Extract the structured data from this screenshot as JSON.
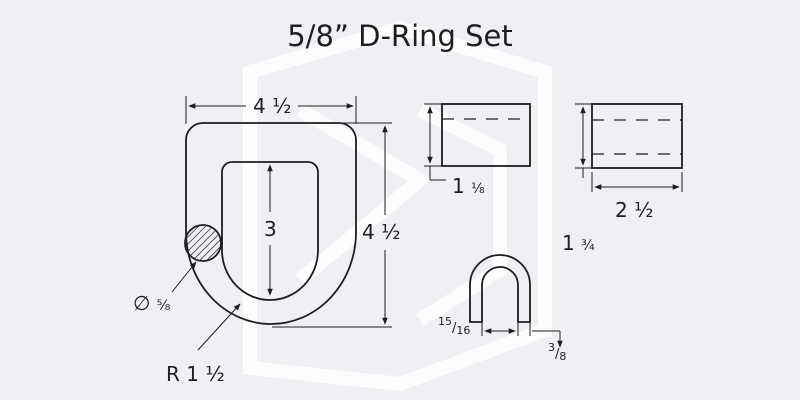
{
  "title": "5/8” D-Ring Set",
  "dimensions": {
    "overall_width": {
      "main": "4",
      "frac": "½"
    },
    "overall_height": {
      "main": "4",
      "frac": "½"
    },
    "inner_height": "3",
    "diameter": {
      "symbol": "∅",
      "frac": "⅝"
    },
    "radius": {
      "prefix": "R 1",
      "frac": "½"
    },
    "clip_height": {
      "main": "1",
      "frac": "⅛"
    },
    "clip_width": {
      "main": "2",
      "frac": "½"
    },
    "clip_length": {
      "main": "1",
      "frac": "¾"
    },
    "loop_inner_width": {
      "num": "15",
      "den": "16"
    },
    "loop_wall": {
      "num": "3",
      "den": "8"
    }
  },
  "colors": {
    "background": "#eef0f4",
    "line": "#1e1e1e",
    "watermark": "#ffffff"
  },
  "watermark": "brand-logo-mark"
}
